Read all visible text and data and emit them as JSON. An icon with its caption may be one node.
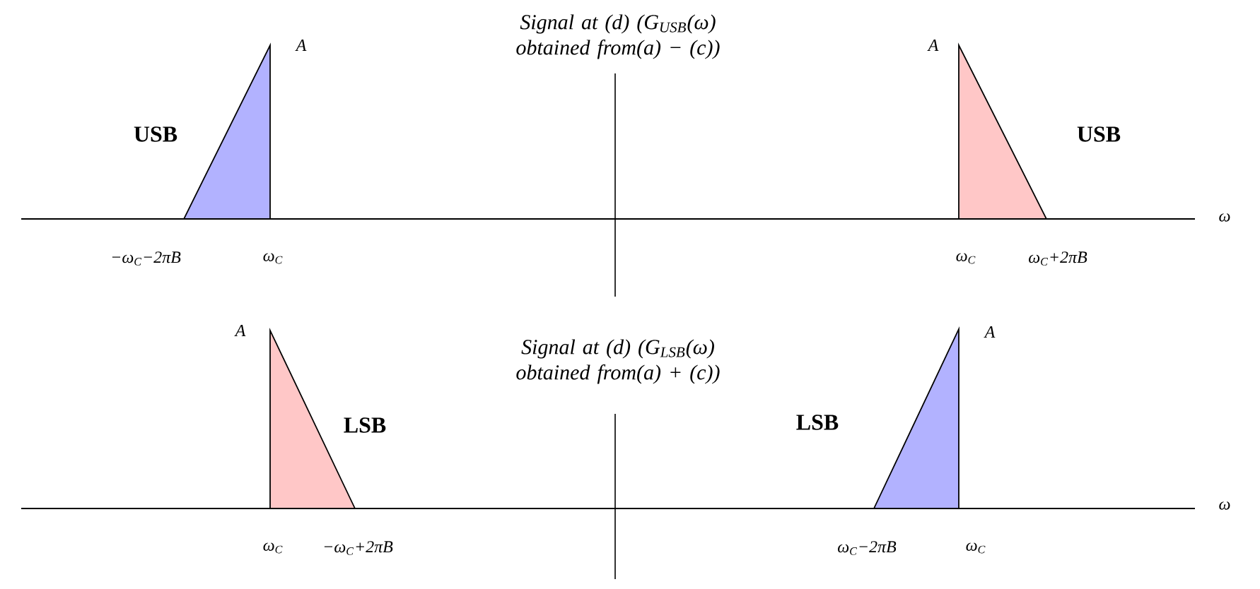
{
  "diagram": {
    "labels": [
      "Signal at (d) (G$_{USB}$(ω) obtained from(a) − (c))",
      "A",
      "USB",
      "A",
      "USB",
      "ω",
      "−ω$_{C}$−2πB",
      "ω$_{C}$",
      "ω$_{C}$",
      "ω$_{C}$+2πB",
      "Signal at (d) (G$_{LSB}$(ω) obtained from(a) + (c))",
      "A",
      "LSB",
      "LSB",
      "A",
      "ω",
      "ω$_{C}$",
      "−ω$_{C}$+2πB",
      "ω$_{C}$−2πB",
      "ω$_{C}$"
    ]
  }
}
